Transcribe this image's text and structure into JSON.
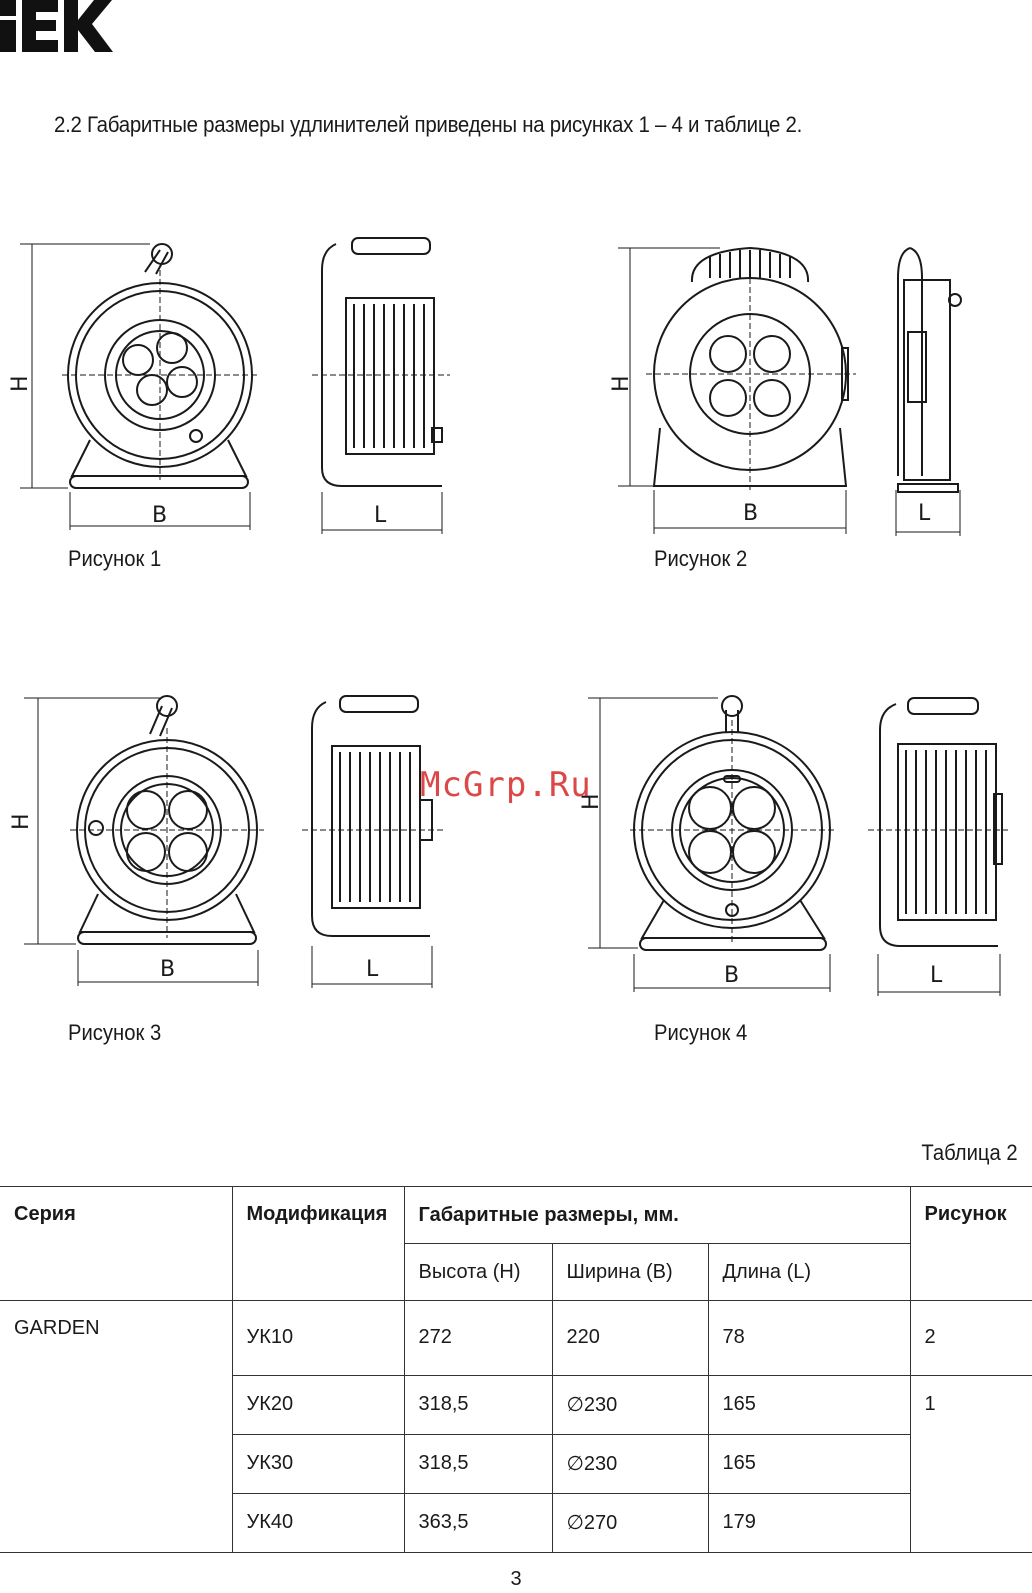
{
  "logo": {
    "text": "IEK",
    "icon": "iek-logo"
  },
  "intro": "2.2  Габаритные размеры удлинителей приведены на рисунках 1 – 4 и таблице 2.",
  "dimension_labels": {
    "height": "H",
    "width": "B",
    "length": "L"
  },
  "figures": [
    {
      "caption": "Рисунок 1"
    },
    {
      "caption": "Рисунок 2"
    },
    {
      "caption": "Рисунок 3"
    },
    {
      "caption": "Рисунок 4"
    }
  ],
  "watermark": "McGrp.Ru",
  "table": {
    "title": "Таблица 2",
    "headers": {
      "series": "Серия",
      "model": "Модификация",
      "dims": "Габаритные размеры, мм.",
      "height": "Высота (H)",
      "width": "Ширина (B)",
      "length": "Длина (L)",
      "figure": "Рисунок"
    },
    "rows": [
      {
        "series": "GARDEN",
        "model": "УК10",
        "height": "272",
        "width": "220",
        "length": "78",
        "figure": "2"
      },
      {
        "series": "",
        "model": "УК20",
        "height": "318,5",
        "width": "∅230",
        "length": "165",
        "figure": "1"
      },
      {
        "series": "",
        "model": "УК30",
        "height": "318,5",
        "width": "∅230",
        "length": "165",
        "figure": ""
      },
      {
        "series": "",
        "model": "УК40",
        "height": "363,5",
        "width": "∅270",
        "length": "179",
        "figure": ""
      }
    ]
  },
  "page_number": "3"
}
